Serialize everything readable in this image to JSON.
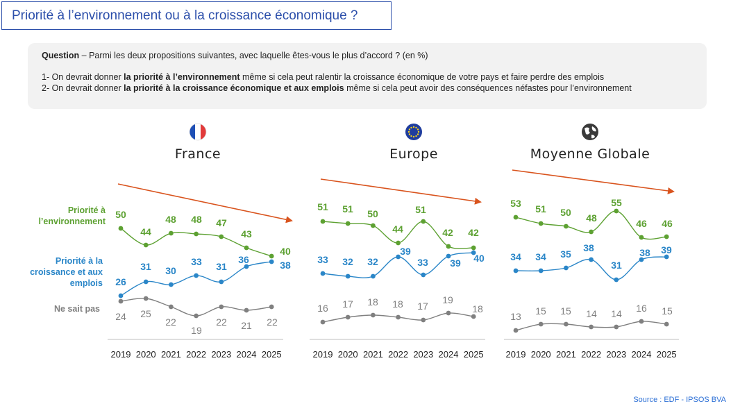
{
  "title": "Priorité à l’environnement ou à la croissance économique ?",
  "question": {
    "label": "Question",
    "text": " – Parmi les deux propositions suivantes, avec laquelle êtes-vous le plus d’accord ? (en %)",
    "option1_prefix": "1- On devrait donner ",
    "option1_bold": "la priorité à l’environnement",
    "option1_suffix": " même si cela peut ralentir la croissance économique de votre pays et faire perdre des emplois",
    "option2_prefix": "2- On devrait donner ",
    "option2_bold": "la priorité à la croissance économique et aux emplois",
    "option2_suffix": " même si cela peut avoir des conséquences néfastes pour l’environnement"
  },
  "row_labels": {
    "environment": [
      "Priorité à",
      "l’environnement"
    ],
    "growth": [
      "Priorité à la",
      "croissance et aux",
      "emplois"
    ],
    "dont_know": [
      "Ne sait pas"
    ]
  },
  "colors": {
    "environment": "#5da132",
    "growth": "#2a86c8",
    "dont_know": "#808080",
    "trend_arrow": "#d9541e",
    "title": "#2b4eaa"
  },
  "source": "Source : EDF - IPSOS BVA",
  "chart_data": [
    {
      "type": "line",
      "title": "France",
      "icon": "france-flag-icon",
      "x": [
        "2019",
        "2020",
        "2021",
        "2022",
        "2023",
        "2024",
        "2025"
      ],
      "series": [
        {
          "name": "Priorité à l’environnement",
          "values": [
            50,
            44,
            48,
            48,
            47,
            43,
            40
          ]
        },
        {
          "name": "Priorité à la croissance et aux emplois",
          "values": [
            26,
            31,
            30,
            33,
            31,
            36,
            38
          ]
        },
        {
          "name": "Ne sait pas",
          "values": [
            24,
            25,
            22,
            19,
            22,
            21,
            22
          ]
        }
      ],
      "trend": "down"
    },
    {
      "type": "line",
      "title": "Europe",
      "icon": "eu-flag-icon",
      "x": [
        "2019",
        "2020",
        "2021",
        "2022",
        "2023",
        "2024",
        "2025"
      ],
      "series": [
        {
          "name": "Priorité à l’environnement",
          "values": [
            51,
            51,
            50,
            44,
            51,
            42,
            42
          ]
        },
        {
          "name": "Priorité à la croissance et aux emplois",
          "values": [
            33,
            32,
            32,
            39,
            33,
            39,
            40
          ]
        },
        {
          "name": "Ne sait pas",
          "values": [
            16,
            17,
            18,
            18,
            17,
            19,
            18
          ]
        }
      ],
      "trend": "down"
    },
    {
      "type": "line",
      "title": "Moyenne Globale",
      "icon": "globe-icon",
      "x": [
        "2019",
        "2020",
        "2021",
        "2022",
        "2023",
        "2024",
        "2025"
      ],
      "series": [
        {
          "name": "Priorité à l’environnement",
          "values": [
            53,
            51,
            50,
            48,
            55,
            46,
            46
          ]
        },
        {
          "name": "Priorité à la croissance et aux emplois",
          "values": [
            34,
            34,
            35,
            38,
            31,
            38,
            39
          ]
        },
        {
          "name": "Ne sait pas",
          "values": [
            13,
            15,
            15,
            14,
            14,
            16,
            15
          ]
        }
      ],
      "trend": "down"
    }
  ]
}
